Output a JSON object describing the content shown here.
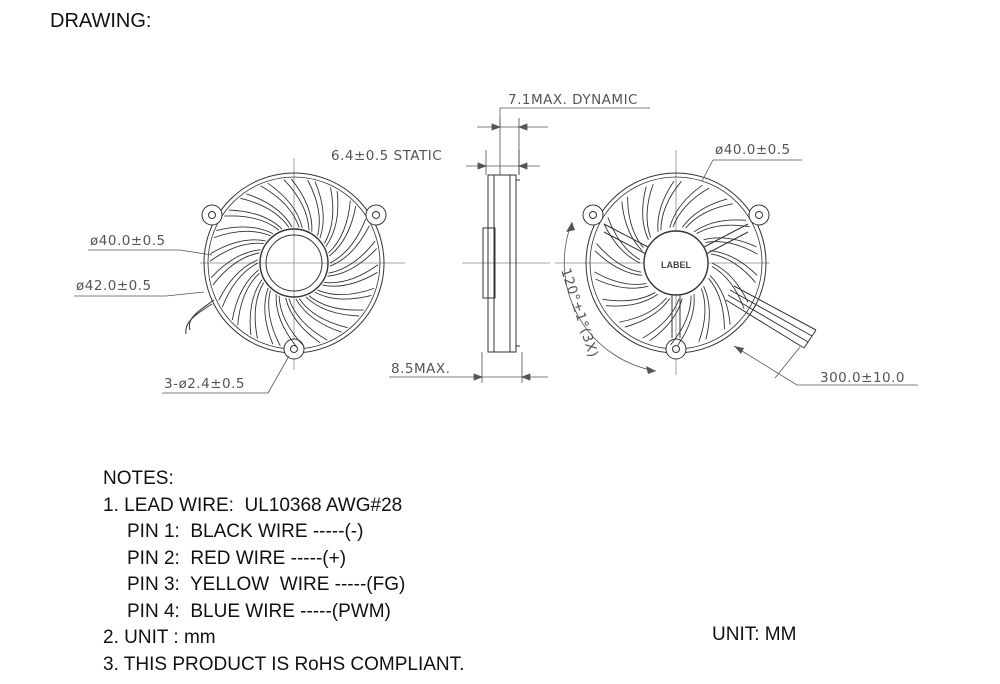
{
  "heading": "DRAWING:",
  "dimensions": {
    "front_dia_inner": "ø40.0±0.5",
    "front_dia_outer": "ø42.0±0.5",
    "front_holes": "3-ø2.4±0.5",
    "side_dynamic": "7.1MAX. DYNAMIC",
    "side_static": "6.4±0.5  STATIC",
    "side_max": "8.5MAX.",
    "back_dia": "ø40.0±0.5",
    "back_angle": "120°±1°(3X)",
    "back_wire": "300.0±10.0",
    "label": "LABEL"
  },
  "notes": {
    "title": "NOTES:",
    "line1": "1. LEAD WIRE:  UL10368 AWG#28",
    "pin1": "PIN 1:  BLACK WIRE -----(-)",
    "pin2": "PIN 2:  RED WIRE -----(+)",
    "pin3": "PIN 3:  YELLOW  WIRE -----(FG)",
    "pin4": "PIN 4:  BLUE WIRE -----(PWM)",
    "line2": "2. UNIT : mm",
    "line3": "3. THIS PRODUCT IS RoHS COMPLIANT."
  },
  "unit_right": "UNIT: MM"
}
